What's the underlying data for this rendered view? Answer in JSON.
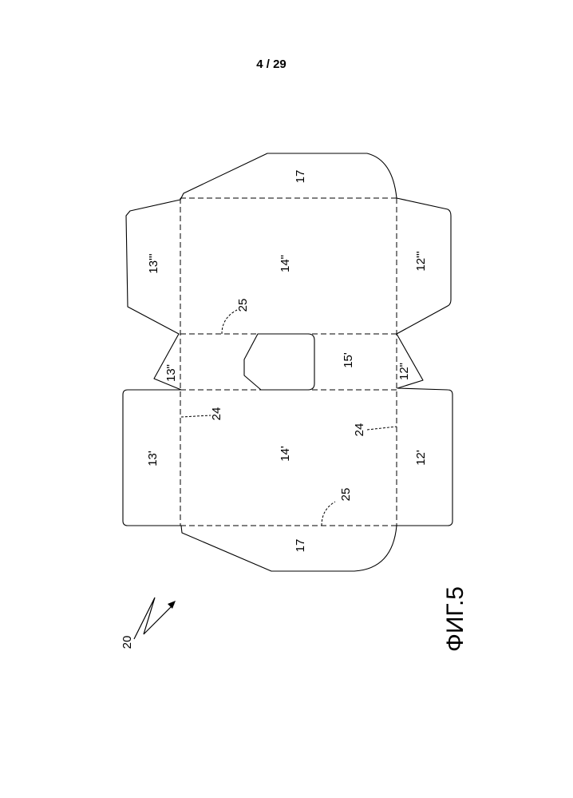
{
  "page": {
    "number": "4 / 29"
  },
  "figure": {
    "caption": "ФИГ.5"
  },
  "labels": {
    "ref_assembly": "20",
    "panel_17_top": "17",
    "panel_17_bottom": "17",
    "panel_14_double": "14\"",
    "panel_14_single": "14'",
    "panel_15_single": "15'",
    "flap_13_triple": "13'''",
    "flap_13_double": "13\"",
    "flap_13_single": "13'",
    "flap_12_triple": "12'''",
    "flap_12_double": "12\"",
    "flap_12_single": "12'",
    "fold_24_left": "24",
    "fold_24_right": "24",
    "fold_25_top": "25",
    "fold_25_bottom": "25"
  }
}
